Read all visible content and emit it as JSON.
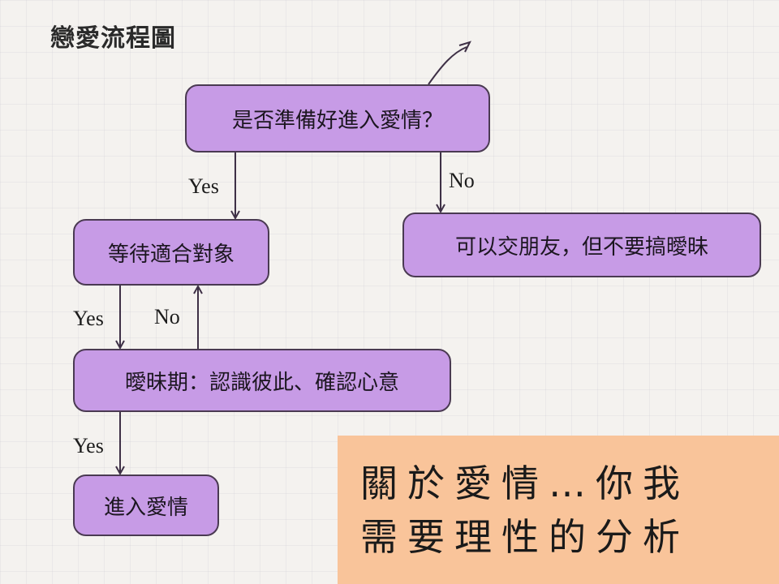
{
  "title": "戀愛流程圖",
  "nodes": {
    "ready": "是否準備好進入愛情？",
    "wait": "等待適合對象",
    "friends": "可以交朋友，但不要搞曖昧",
    "ambiguous": "曖昧期：認識彼此、確認心意",
    "love": "進入愛情"
  },
  "edges": {
    "ready_yes": "Yes",
    "ready_no": "No",
    "wait_yes": "Yes",
    "ambiguous_no": "No",
    "ambiguous_yes": "Yes"
  },
  "note": {
    "line1": "關於愛情…你我",
    "line2": "需要理性的分析"
  },
  "colors": {
    "node_fill": "#c79be6",
    "node_border": "#4a3a52",
    "arrow": "#3e3046",
    "note_bg": "#f9c49a"
  }
}
